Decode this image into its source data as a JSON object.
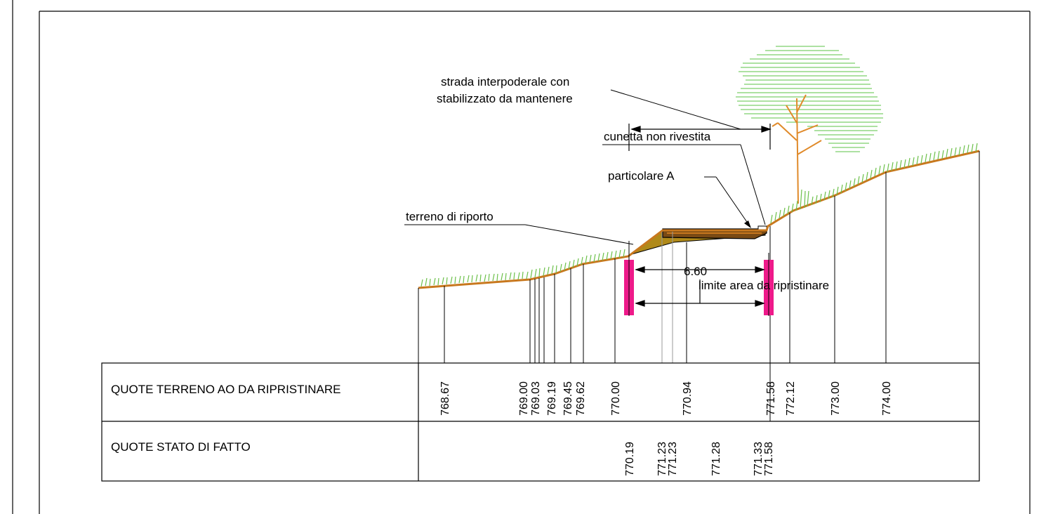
{
  "labels": {
    "strada_line1": "strada interpoderale con",
    "strada_line2": "stabilizzato da mantenere",
    "cunetta": "cunetta non rivestita",
    "particolare": "particolare A",
    "terreno": "terreno di riporto",
    "dimension": "6.60",
    "limite": "limite area da ripristinare"
  },
  "table": {
    "row1_label": "QUOTE TERRENO AO DA RIPRISTINARE",
    "row2_label": "QUOTE STATO DI FATTO",
    "row1_values": [
      "768.67",
      "769.00",
      "769.03",
      "769.19",
      "769.45",
      "769.62",
      "770.00",
      "770.94",
      "771.58",
      "772.12",
      "773.00",
      "774.00"
    ],
    "row2_values": [
      "770.19",
      "771.23",
      "771.23",
      "771.28",
      "771.33",
      "771.58"
    ]
  },
  "colors": {
    "terrain": "#c8781e",
    "grass": "#6cc04a",
    "fill": "#b08a1a",
    "road": "#7a4a14",
    "limit_marker": "#ee1a8a",
    "tree_foliage": "#7ccf6a",
    "tree_trunk": "#e08a2a"
  }
}
